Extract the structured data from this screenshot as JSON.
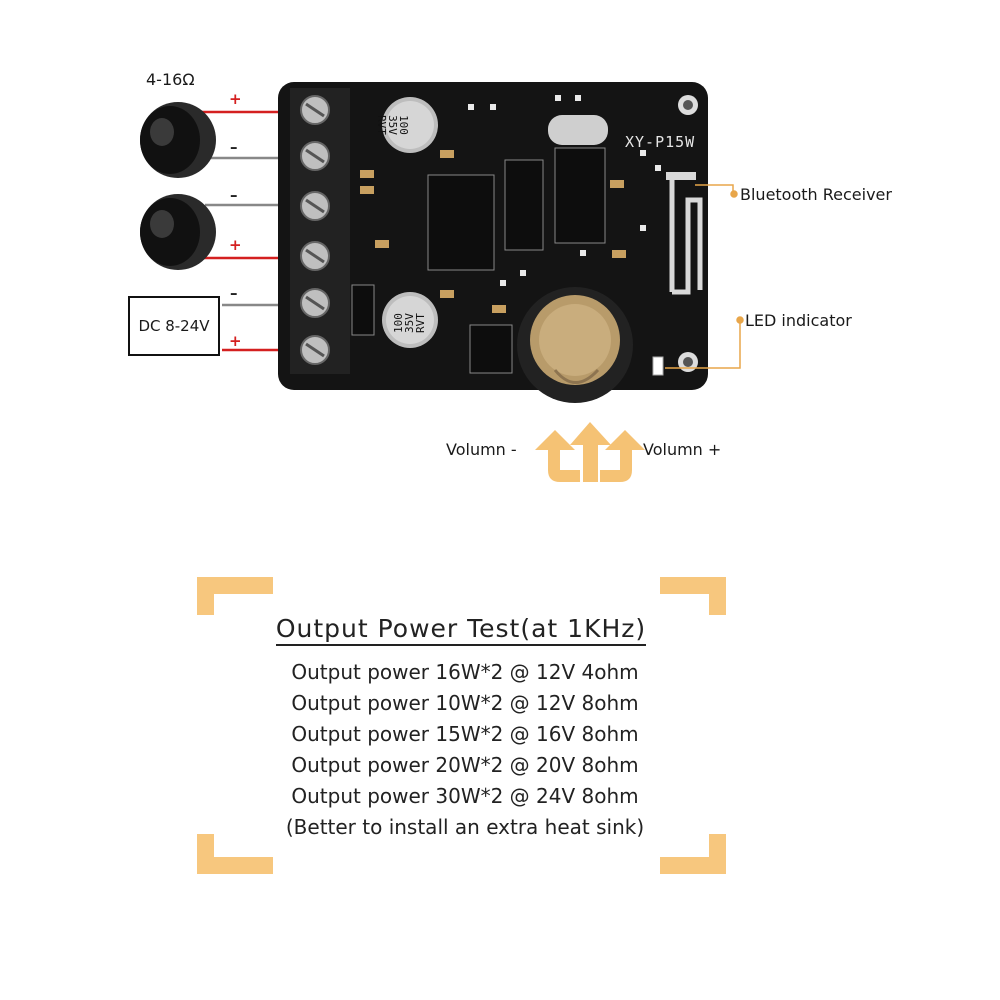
{
  "speaker": {
    "impedance_label": "4-16Ω"
  },
  "polarity": {
    "plus": "+",
    "minus": "–"
  },
  "power_input": {
    "label": "DC 8-24V"
  },
  "board": {
    "model": "XY-P15W",
    "capacitor_top": [
      "100",
      "35V",
      "RVT"
    ],
    "capacitor_bottom": [
      "100",
      "35V",
      "RVT"
    ]
  },
  "callouts": {
    "bluetooth": "Bluetooth Receiver",
    "led": "LED indicator"
  },
  "volume": {
    "minus_label": "Volumn -",
    "plus_label": "Volumn +"
  },
  "colors": {
    "accent": "#f7c77e",
    "wire_red": "#d42020",
    "pcb": "#141414",
    "leader": "#e8a64a"
  },
  "power_test": {
    "title": "Output Power Test(at 1KHz)",
    "lines": [
      "Output power 16W*2 @ 12V 4ohm",
      "Output power 10W*2 @ 12V 8ohm",
      "Output power 15W*2 @ 16V 8ohm",
      "Output power 20W*2 @ 20V 8ohm",
      "Output power 30W*2 @ 24V 8ohm",
      "(Better to install an extra heat sink)"
    ]
  }
}
